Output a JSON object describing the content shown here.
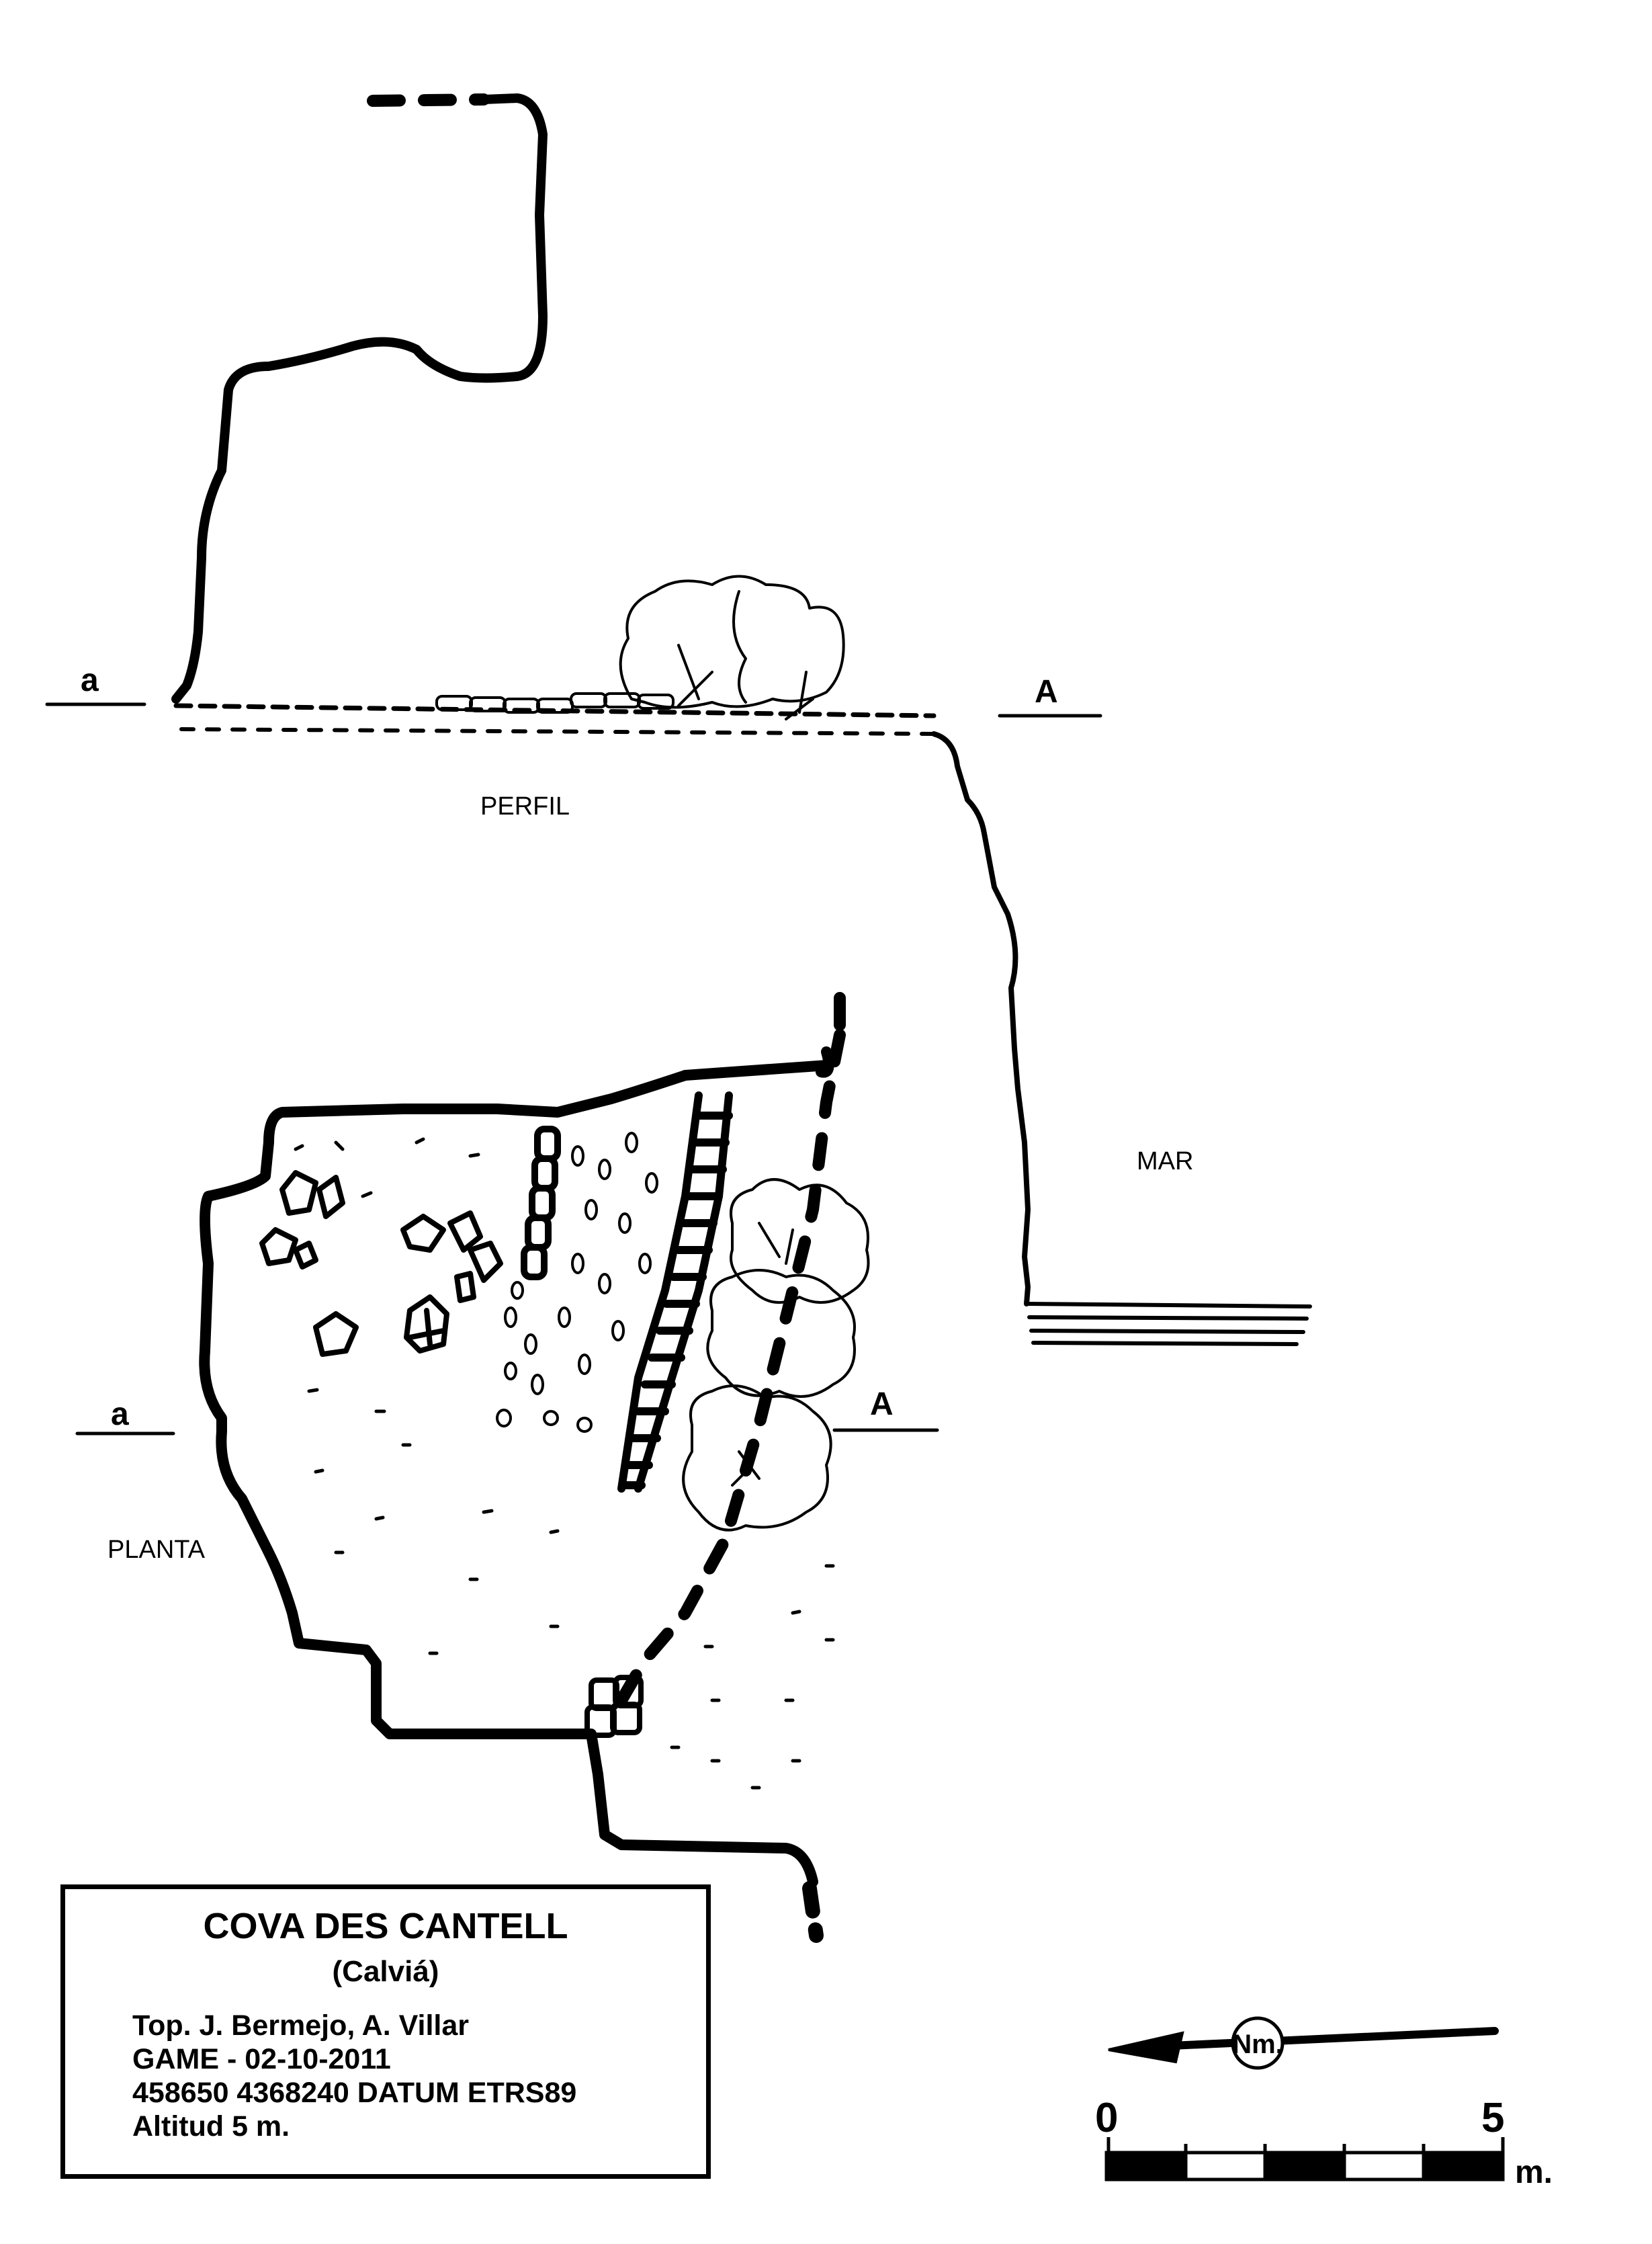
{
  "diagram": {
    "profile_label": "PERFIL",
    "plan_label": "PLANTA",
    "sea_label": "MAR",
    "section_lower": "a",
    "section_upper": "A"
  },
  "title_block": {
    "name": "COVA DES CANTELL",
    "municipality": "(Calviá)",
    "survey": "Top. J. Bermejo, A. Villar",
    "group_date": "GAME - 02-10-2011",
    "coordinates": "458650 4368240 DATUM ETRS89",
    "altitude": "Altitud 5 m."
  },
  "scale": {
    "start": "0",
    "end": "5",
    "unit": "m.",
    "north_label": "Nm."
  }
}
